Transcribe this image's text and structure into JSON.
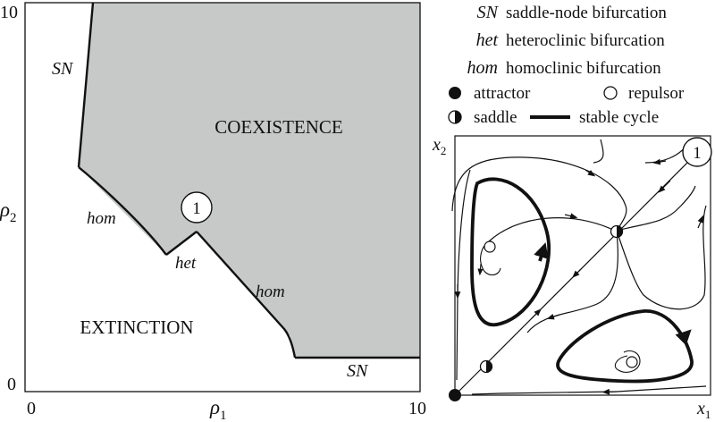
{
  "left_plot": {
    "axis_labels": {
      "x_main": "ρ",
      "x_sub": "1",
      "y_main": "ρ",
      "y_sub": "2"
    },
    "ticks": {
      "x_min": "0",
      "x_max": "10",
      "y_min": "0",
      "y_max": "10"
    },
    "regions": {
      "coexistence": "COEXISTENCE",
      "extinction": "EXTINCTION"
    },
    "curve_labels": {
      "sn_top": "SN",
      "sn_bottom": "SN",
      "hom_left": "hom",
      "hom_right": "hom",
      "het": "het"
    },
    "marker": "1",
    "colors": {
      "coexistence_fill": "#c6c9c8",
      "stroke": "#111111"
    }
  },
  "legend": {
    "items": [
      {
        "abbr": "SN",
        "text": "saddle-node bifurcation"
      },
      {
        "abbr": "het",
        "text": "heteroclinic bifurcation"
      },
      {
        "abbr": "hom",
        "text": "homoclinic bifurcation"
      }
    ],
    "symbols": {
      "attractor": "attractor",
      "repulsor": "repulsor",
      "saddle": "saddle",
      "stable_cycle": "stable cycle"
    }
  },
  "phase_portrait": {
    "marker": "1",
    "axis_labels": {
      "x_main": "x",
      "x_sub": "1",
      "y_main": "x",
      "y_sub": "2"
    }
  }
}
